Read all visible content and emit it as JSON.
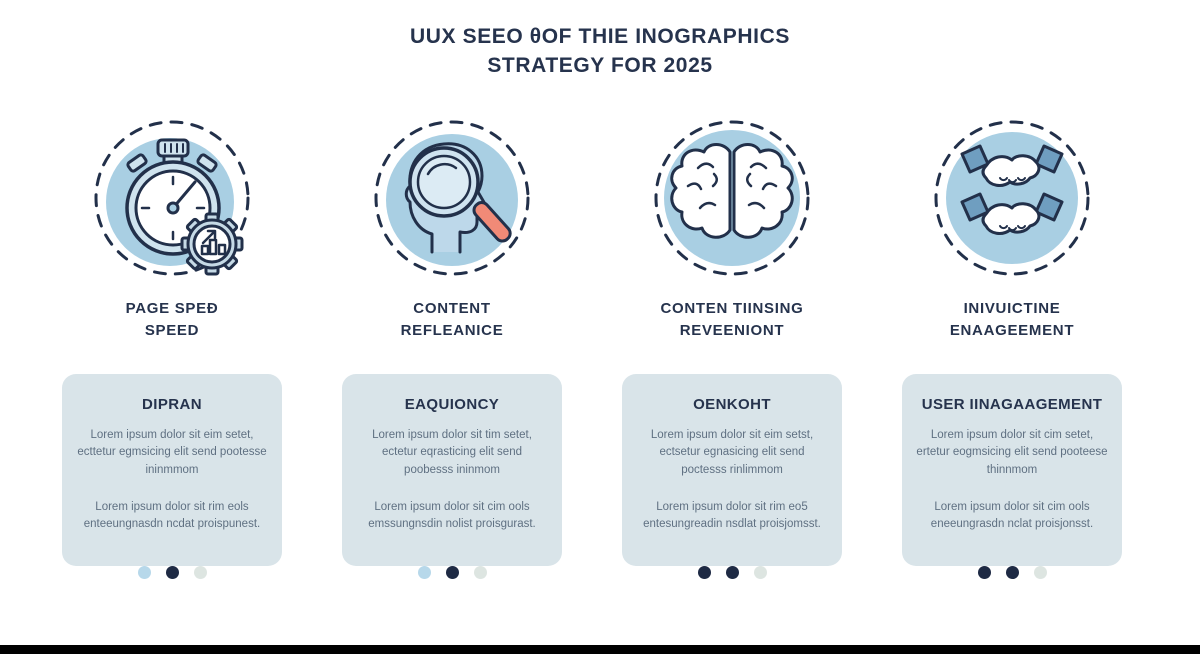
{
  "title": {
    "line1": "UUX SEEO θOF THIE INOGRAPHICS",
    "line2": "STRATEGY FOR 2025"
  },
  "colors": {
    "circle_blue": "#a9cfe3",
    "navy_outline": "#22304a",
    "card_bg": "#d9e4e9",
    "coral_handle": "#f18a77",
    "sleeve_blue": "#6f9ec0",
    "dot_dark": "#1e2a44",
    "dot_lightblue": "#b7d8ea",
    "dot_pale": "#dde5e1"
  },
  "columns": [
    {
      "icon": "stopwatch-analytics-icon",
      "heading": {
        "line1": "PAGE SPEÐ",
        "line2": "SPEED"
      },
      "card": {
        "title": "DIPRAN",
        "paragraph1": "Lorem ipsum dolor sit eim setet, ecttetur egmsicing elit send pootesse ininmmom",
        "paragraph2": "Lorem ipsum dolor sit rim eols enteeungnasdn ncdat proispunest."
      },
      "dots": [
        "lightblue",
        "dark",
        "pale"
      ]
    },
    {
      "icon": "head-search-icon",
      "heading": {
        "line1": "CONTENT",
        "line2": "REFLEANICE"
      },
      "card": {
        "title": "EAQUIONCY",
        "paragraph1": "Lorem ipsum dolor sit tim setet, ectetur eqrasticing elit send poobesss ininmom",
        "paragraph2": "Lorem ipsum dolor sit cim ools emssungnsdin nolist proisgurast."
      },
      "dots": [
        "lightblue",
        "dark",
        "pale"
      ]
    },
    {
      "icon": "brain-icon",
      "heading": {
        "line1": "CONTEN TIINSING",
        "line2": "REVEENIONT"
      },
      "card": {
        "title": "OENKOHT",
        "paragraph1": "Lorem ipsum dolor sit eim setst, ectsetur egnasicing elit send poctesss rinlimmom",
        "paragraph2": "Lorem ipsum dolor sit rim eo5 entesungreadin nsdlat proisjomsst."
      },
      "dots": [
        "dark",
        "dark",
        "pale"
      ]
    },
    {
      "icon": "handshake-icon",
      "heading": {
        "line1": "INIVUICTINE",
        "line2": "ENAAGEEMENT"
      },
      "card": {
        "title": "USER IINAGAAGEMENT",
        "paragraph1": "Lorem ipsum dolor sit cim setet, ertetur eogmsicing elit send pooteese thinnmom",
        "paragraph2": "Lorem ipsum dolor sit cim ools eneeungrasdn nclat proisjonsst."
      },
      "dots": [
        "dark",
        "dark",
        "pale"
      ]
    }
  ]
}
